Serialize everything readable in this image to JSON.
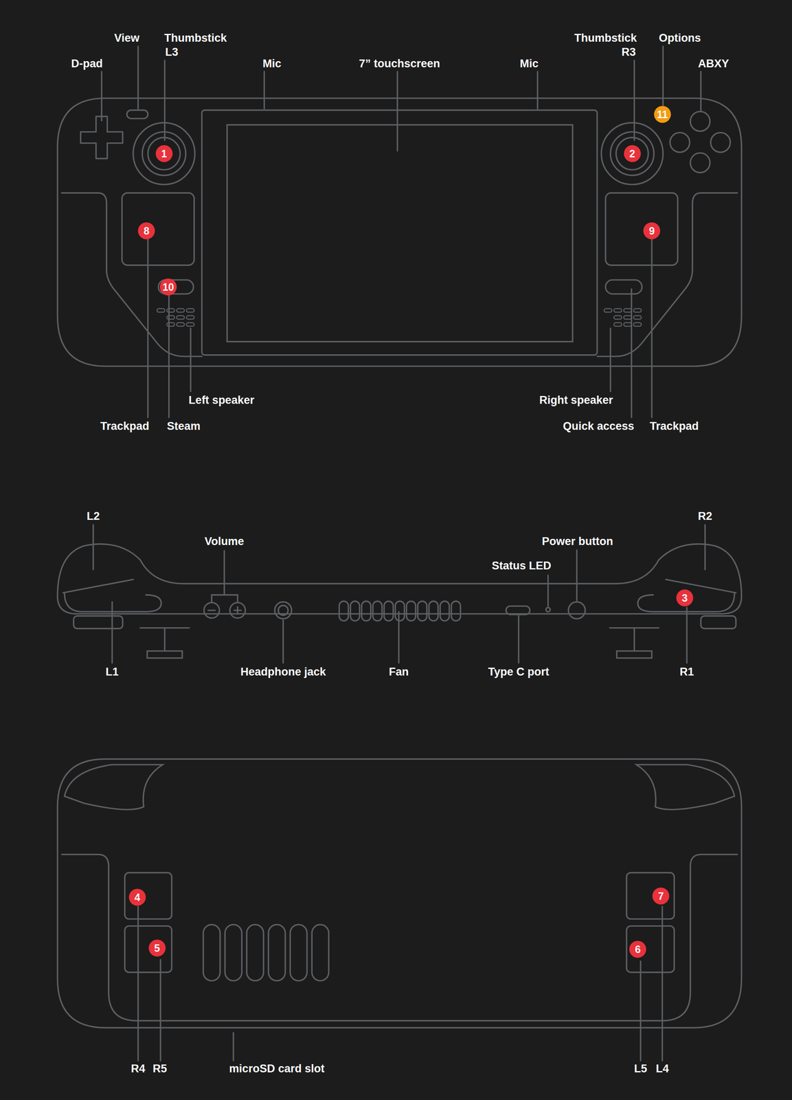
{
  "diagram": {
    "labels": [
      "View",
      "Thumbstick",
      "Thumbstick",
      "Options",
      "L3",
      "R3",
      "D-pad",
      "Mic",
      "7” touchscreen",
      "Mic",
      "ABXY",
      "11",
      "1",
      "2",
      "8",
      "9",
      "10",
      "Left speaker",
      "Right speaker",
      "Trackpad",
      "Steam",
      "Quick access",
      "Trackpad",
      "L2",
      "R2",
      "Volume",
      "Power button",
      "Status LED",
      "3",
      "L1",
      "Headphone jack",
      "Fan",
      "Type C port",
      "R1",
      "4",
      "7",
      "5",
      "6",
      "R4",
      "R5",
      "microSD card slot",
      "L5",
      "L4"
    ]
  }
}
